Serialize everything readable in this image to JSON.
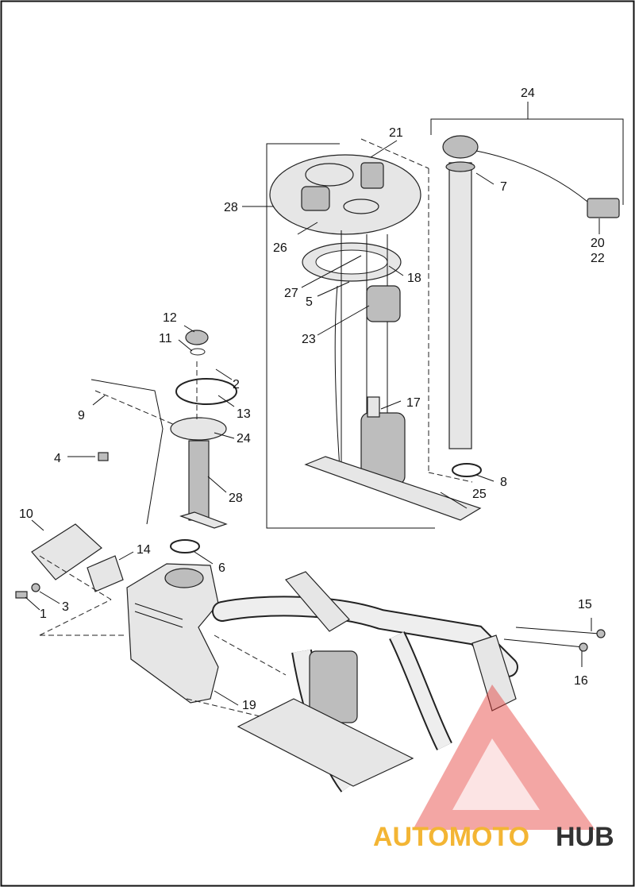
{
  "callouts": {
    "c1": "1",
    "c2": "2",
    "c3": "3",
    "c4": "4",
    "c5": "5",
    "c6": "6",
    "c7": "7",
    "c8": "8",
    "c9": "9",
    "c10": "10",
    "c11": "11",
    "c12": "12",
    "c13": "13",
    "c14": "14",
    "c15": "15",
    "c16": "16",
    "c17": "17",
    "c18": "18",
    "c19": "19",
    "c20": "20",
    "c21": "21",
    "c22": "22",
    "c23": "23",
    "c24a": "24",
    "c24b": "24",
    "c25": "25",
    "c26": "26",
    "c27": "27",
    "c28a": "28",
    "c28b": "28"
  },
  "watermark": {
    "text_part1": "AUTOMOTO",
    "text_part2": "HUB",
    "color_part1": "#f3b534",
    "color_part2": "#333333",
    "triangle_color": "#e53935"
  }
}
